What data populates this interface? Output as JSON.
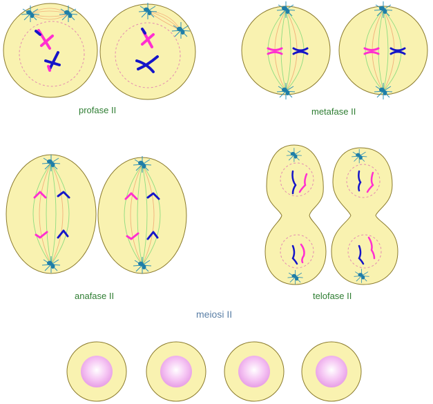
{
  "labels": {
    "profase": "profase II",
    "metafase": "metafase II",
    "anafase": "anafase II",
    "telofase": "telofase II",
    "meiosi": "meiosi II"
  },
  "colors": {
    "cytoplasm": "#f9f2b0",
    "cell_outline": "#8a7a2c",
    "nucleus_border": "#e48ab0",
    "spindle_green": "#8fdc80",
    "spindle_orange": "#f2b07a",
    "centrosome": "#1f7ea8",
    "chromosome_pink": "#ff2fd0",
    "chromosome_blue": "#1515c8",
    "gamete_nucleus": "#f2b6f0"
  }
}
